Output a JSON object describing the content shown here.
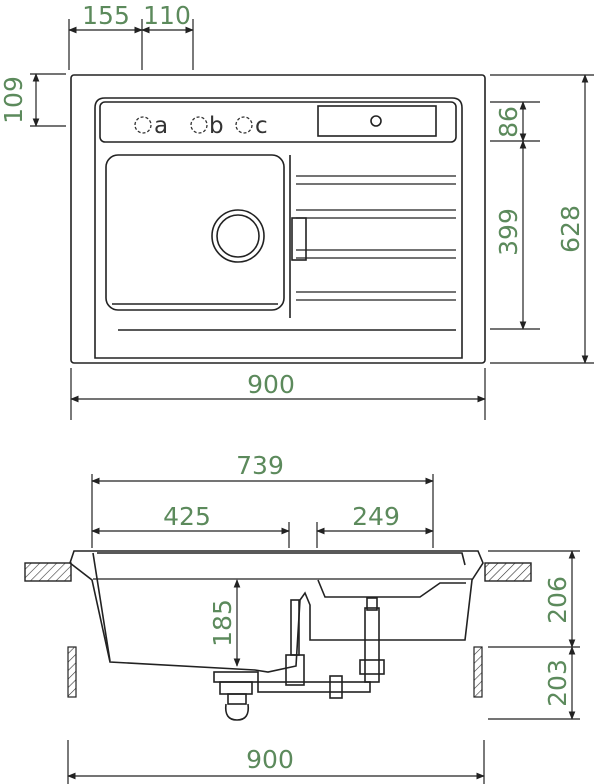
{
  "top_view": {
    "dim_hole_offset": "155",
    "dim_hole_spacing": "110",
    "dim_rim_to_holes": "109",
    "dim_deck_depth": "86",
    "dim_drainer_length": "399",
    "dim_total_depth": "628",
    "dim_total_width": "900",
    "holes": [
      {
        "label": "a"
      },
      {
        "label": "b"
      },
      {
        "label": "c"
      }
    ]
  },
  "side_view": {
    "dim_inner_width": "739",
    "dim_bowl_width": "425",
    "dim_drainer_width": "249",
    "dim_bowl_depth": "185",
    "dim_sink_height": "206",
    "dim_siphon_height": "203",
    "dim_total_width": "900"
  }
}
